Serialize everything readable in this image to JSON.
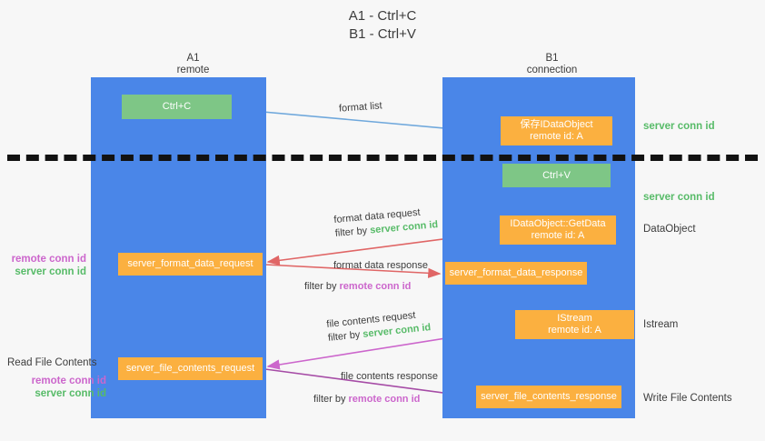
{
  "title": "A1 - Ctrl+C\nB1 - Ctrl+V",
  "colors": {
    "lane": "#4a86e8",
    "green_node": "#7ec686",
    "orange_node": "#fbb040",
    "server_conn_id": "#57bb68",
    "remote_conn_id": "#cc66cc",
    "divider": "#121212",
    "background": "#f7f7f7",
    "arrow_blue": "#6fa8dc",
    "arrow_red": "#e06666",
    "arrow_magenta": "#cc66cc",
    "arrow_purple": "#a64ca6",
    "arrow_black": "#000000"
  },
  "columns": {
    "left": {
      "name": "A1",
      "role": "remote"
    },
    "right": {
      "name": "B1",
      "role": "connection"
    }
  },
  "nodes": {
    "ctrl_c": {
      "label": "Ctrl+C"
    },
    "idataobject": {
      "line1": "保存IDataObject",
      "line2": "remote id: A"
    },
    "ctrl_v": {
      "label": "Ctrl+V"
    },
    "getdata": {
      "line1": "IDataObject::GetData",
      "line2": "remote id: A"
    },
    "server_format_data_request": {
      "label": "server_format_data_request"
    },
    "server_format_data_response": {
      "label": "server_format_data_response"
    },
    "istream": {
      "line1": "IStream",
      "line2": "remote id: A"
    },
    "server_file_contents_request": {
      "label": "server_file_contents_request"
    },
    "server_file_contents_response": {
      "label": "server_file_contents_response"
    }
  },
  "annotations": {
    "format_list": "format list",
    "format_data_request": "format data request",
    "format_data_request_filter_prefix": "filter by ",
    "format_data_request_filter_value": "server conn id",
    "format_data_response": "format data response",
    "format_data_response_filter_prefix": "filter by ",
    "format_data_response_filter_value": "remote conn id",
    "file_contents_request": "file contents request",
    "file_contents_request_filter_prefix": "filter by ",
    "file_contents_request_filter_value": "server conn id",
    "file_contents_response": "file contents response",
    "file_contents_response_filter_prefix": "filter by ",
    "file_contents_response_filter_value": "remote conn id"
  },
  "side_labels": {
    "server_conn_id_top": "server conn id",
    "server_conn_id_mid": "server conn id",
    "dataobject": "DataObject",
    "istream": "Istream",
    "write_file_contents": "Write File Contents",
    "read_file_contents": "Read File Contents",
    "remote_conn_id": "remote conn id",
    "server_conn_id": "server conn id"
  }
}
